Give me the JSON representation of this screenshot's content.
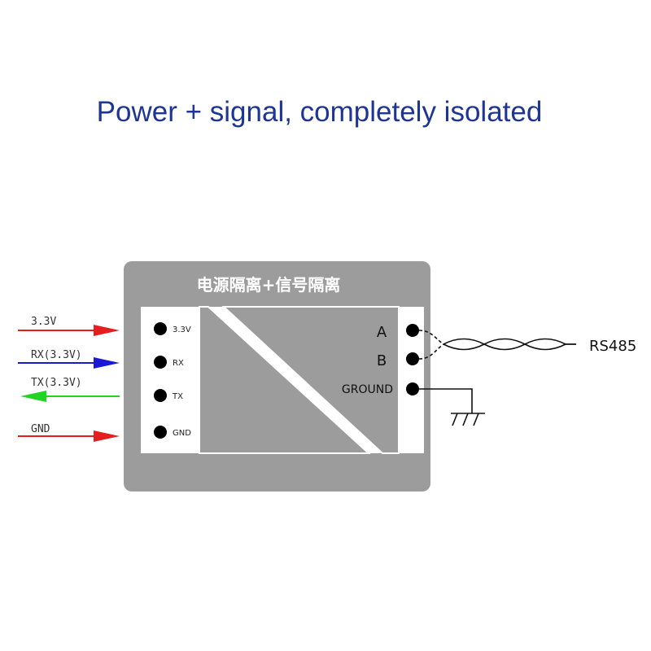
{
  "headline": "Power + signal, completely isolated",
  "module": {
    "title": "电源隔离+信号隔离",
    "left_pins": [
      "3.3V",
      "RX",
      "TX",
      "GND"
    ],
    "right_pins": [
      "A",
      "B",
      "GROUND"
    ]
  },
  "wires": [
    {
      "label": "3.3V",
      "color": "#e51f1f",
      "direction": "in"
    },
    {
      "label": "RX(3.3V)",
      "color": "#1a1ad6",
      "direction": "in"
    },
    {
      "label": "TX(3.3V)",
      "color": "#22d422",
      "direction": "out"
    },
    {
      "label": "GND",
      "color": "#e51f1f",
      "direction": "in"
    }
  ],
  "bus_label": "RS485",
  "colors": {
    "headline": "#1f3596",
    "module_body": "#9c9c9c",
    "panel": "#ffffff",
    "barrier": "#9c9c9c"
  }
}
